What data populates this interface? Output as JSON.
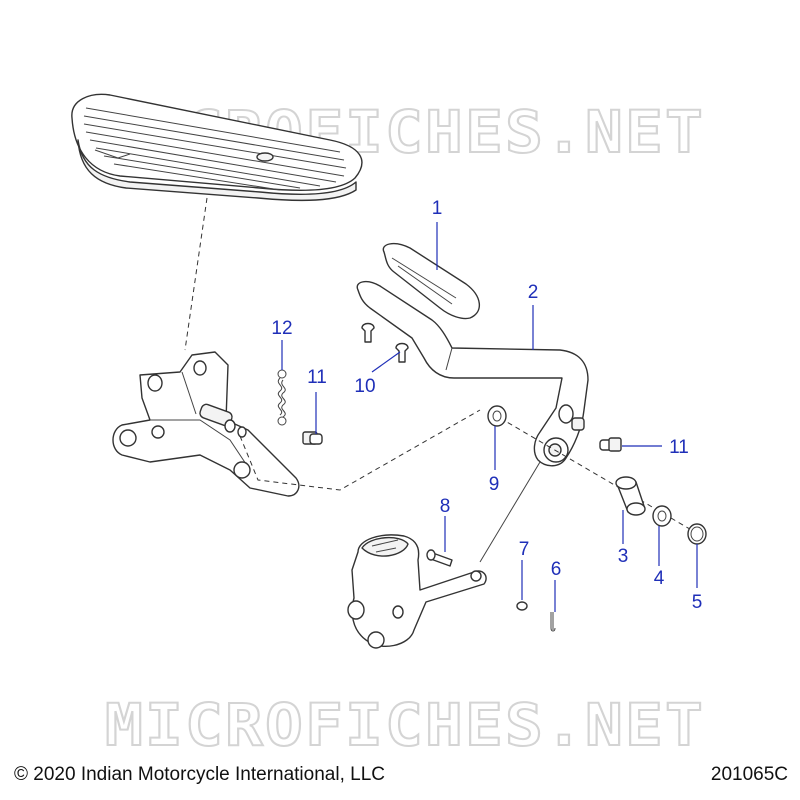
{
  "callouts": [
    {
      "label": "1",
      "part": "brake pedal pad"
    },
    {
      "label": "2",
      "part": "brake pedal lever"
    },
    {
      "label": "3",
      "part": "bushing"
    },
    {
      "label": "4",
      "part": "washer"
    },
    {
      "label": "5",
      "part": "retaining ring"
    },
    {
      "label": "6",
      "part": "cotter pin"
    },
    {
      "label": "7",
      "part": "washer"
    },
    {
      "label": "8",
      "part": "clevis pin"
    },
    {
      "label": "9",
      "part": "washer"
    },
    {
      "label": "10",
      "part": "screws"
    },
    {
      "label": "11",
      "part": "bolt"
    },
    {
      "label": "11",
      "part": "bolt"
    },
    {
      "label": "12",
      "part": "return spring"
    }
  ],
  "watermark_top": "MICROFICHES.NET",
  "watermark_bottom": "MICROFICHES.NET",
  "footer": {
    "copyright": "© 2020 Indian Motorcycle International, LLC",
    "diagram_code": "201065C"
  },
  "colors": {
    "callout": "#1f2fb8",
    "line_art": "#333333",
    "watermark": "#d4d4d4"
  }
}
